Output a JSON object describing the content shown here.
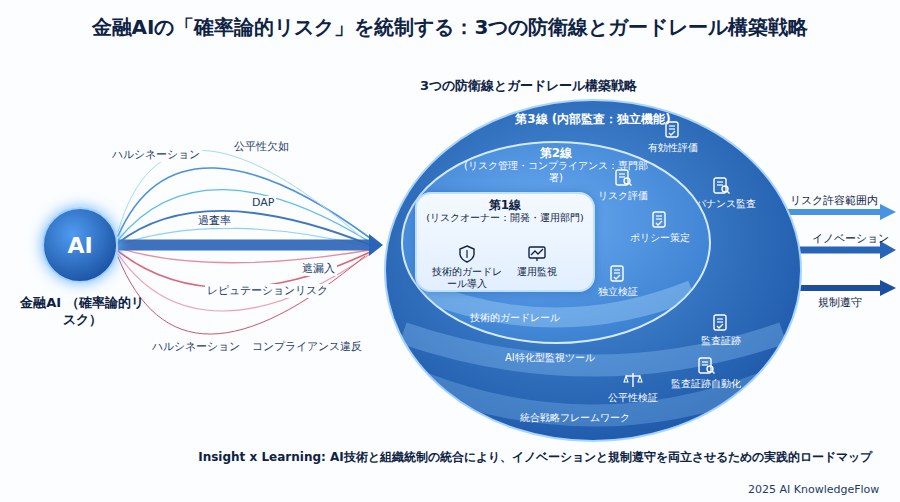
{
  "diagram": {
    "title": "金融AIの「確率論的リスク」を統制する：3つの防衛線とガードレール構築戦略",
    "caption": "Insight x Learning: AI技術と組織統制の統合により、イノベーションと規制遵守を両立させるための実践的ロードマップ",
    "nodes": [
      {
        "text": [
          "AI",
          "金融AI （確率論的リスク）"
        ]
      },
      {
        "text": [
          "第3線 (内部監査：独立機能)"
        ]
      },
      {
        "text": [
          "有効性評価"
        ],
        "in": 1
      },
      {
        "text": [
          "ガバナンス監査"
        ],
        "in": 1
      },
      {
        "text": [
          "第2線",
          "(リスク管理・コンプライアンス：専門部署)"
        ],
        "in": 1
      },
      {
        "text": [
          "リスク評価"
        ],
        "in": 4
      },
      {
        "text": [
          "ポリシー策定"
        ],
        "in": 4
      },
      {
        "text": [
          "第1線",
          "(リスクオーナー：開発・運用部門)"
        ],
        "in": 4
      },
      {
        "text": [
          "技術的ガードレール導入"
        ],
        "in": 7
      },
      {
        "text": [
          "運用監視"
        ],
        "in": 7
      },
      {
        "text": [
          "独立検証"
        ],
        "in": 4
      },
      {
        "text": [
          "公平性検証"
        ],
        "in": 1
      },
      {
        "text": [
          "監査証跡"
        ],
        "in": 1
      },
      {
        "text": [
          "監査証跡自動化"
        ],
        "in": 1
      }
    ],
    "edges": [
      {
        "from": 0,
        "to": 1,
        "arrow": "to"
      }
    ],
    "labels": [
      "3つの防衛線とガードレール構築戦略",
      "ハルシネーション",
      "公平性欠如",
      "DAP",
      "過査率",
      "遮漏入",
      "レピュテーションリスク",
      "ハルシネーション",
      "コンプライアンス違反",
      "技術的ガードレール",
      "AI特化型監視ツール",
      "統合戦略フレームワーク",
      "リスク許容範囲内",
      "イノベーション",
      "規制遵守",
      "2025 AI KnowledgeFlow"
    ]
  }
}
